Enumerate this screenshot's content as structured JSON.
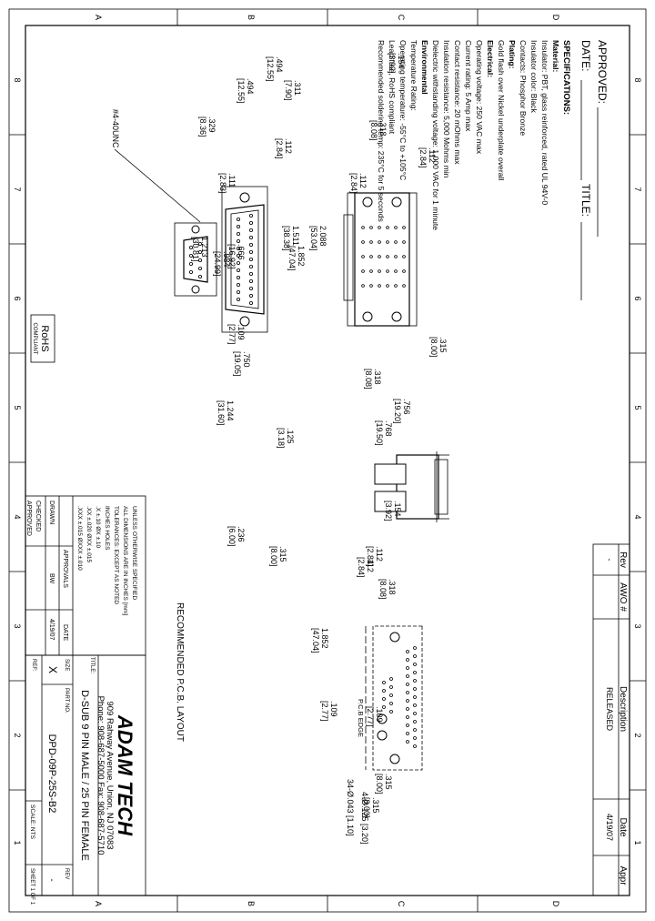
{
  "border": {
    "rows": [
      "A",
      "B",
      "C",
      "D"
    ],
    "cols": [
      "8",
      "7",
      "6",
      "5",
      "4",
      "3",
      "2",
      "1"
    ]
  },
  "header": {
    "approved_label": "APPROVED:",
    "date_label": "DATE:",
    "title_label": "TITLE:"
  },
  "revision_block": {
    "headers": [
      "Rev",
      "AWO #",
      "Description",
      "Date",
      "Appr"
    ],
    "row": [
      "-",
      "",
      "RELEASED",
      "4/19/07",
      ""
    ]
  },
  "specs": {
    "heading": "SPECIFICATIONS:",
    "lines": [
      {
        "text": "Material:",
        "bold": true
      },
      {
        "text": "Insulator: PBT, glass reinforced, rated UL 94V-0",
        "bold": false
      },
      {
        "text": "Insulator color: Black",
        "bold": false
      },
      {
        "text": "Contacts: Phosphor Bronze",
        "bold": false
      },
      {
        "text": "Plating:",
        "bold": true
      },
      {
        "text": "Gold flash over Nickel underplate overall",
        "bold": false
      },
      {
        "text": "Electrical:",
        "bold": true
      },
      {
        "text": "Operating voltage: 250 VAC max",
        "bold": false
      },
      {
        "text": "Current rating: 5 Amp max",
        "bold": false
      },
      {
        "text": "Contact resistance: 20 mOhms max",
        "bold": false
      },
      {
        "text": "Insulation resistance: 5,000 Mohms min",
        "bold": false
      },
      {
        "text": "Dielectric withstanding voltage: 1,000 VAC for 1 minute",
        "bold": false
      },
      {
        "text": "Environmental",
        "bold": true
      },
      {
        "text": "Temperature Rating:",
        "bold": false
      },
      {
        "text": "Operating temperature: -55°C to +105°C",
        "bold": false
      },
      {
        "text": "Lead free, RoHS compliant",
        "bold": false
      },
      {
        "text": "Recommended soldering temp: 235°C for 5 seconds",
        "bold": false
      }
    ],
    "rohs": [
      "RoHS",
      "COMPLIANT"
    ]
  },
  "tolerance": {
    "lines": [
      "UNLESS OTHERWISE SPECIFIED",
      "ALL DIMENSIONS ARE IN INCHES [mm]",
      "TOLERANCES: EXCEPT AS NOTED",
      "INCHES      HOLES",
      ".X  ±.10      ØX   ±.10",
      ".XX  ±.020    ØXX  ±.015",
      ".XXX ±.015   ØXXX ±.010"
    ],
    "approvals": "APPROVALS",
    "date_hdr": "DATE",
    "drawn": "DRAWN",
    "drawn_by": "BW",
    "drawn_date": "4/19/07",
    "checked": "CHECKED",
    "approved": "APPROVED"
  },
  "company": {
    "name": "ADAM TECH",
    "address": "909 Rahway Avenue, Union, NJ 07083",
    "phone": "Phone: 908-687-5000 Fax: 908-687-5710"
  },
  "titleblock": {
    "title_lbl": "TITLE:",
    "title": "D-SUB 9 PIN MALE / 25 PIN FEMALE",
    "size_lbl": "SIZE",
    "size": "X",
    "partno_lbl": "PART NO.",
    "partno": "DPD-09P-25S-B2",
    "rev_lbl": "REV",
    "rev": "-",
    "ref_lbl": "REF:",
    "scale": "SCALE: NTS",
    "sheet": "SHEET 1 OF 1"
  },
  "views": {
    "pcb_title": "RECOMMENDED P.C.B. LAYOUT",
    "pcb_edge": "P.C.B EDGE",
    "thread": "#4-40UNC"
  },
  "dims": {
    "d1": ".154",
    "d1m": "[3.92]",
    "d2": ".318",
    "d2m": "[8.08]",
    "d3": ".112",
    "d3m": "[2.84]",
    "d4": ".112",
    "d4m": "[2.84]",
    "d5": ".494",
    "d5m": "[12.55]",
    "d6": ".311",
    "d6m": "[7.90]",
    "d7": ".494",
    "d7m": "[12.55]",
    "d8": ".329",
    "d8m": "[8.36]",
    "d9": ".112",
    "d9m": "[2.84]",
    "d10": ".111",
    "d10m": "[2.83]",
    "d11": "2.088",
    "d11m": "[53.04]",
    "d12": "1.852",
    "d12m": "[47.04]",
    "d13": "1.511",
    "d13m": "[38.38]",
    "d14": ".666",
    "d14m": "[16.92]",
    "d15": ".984",
    "d15m": "[24.99]",
    "d16": "1.213",
    "d16m": "[30.81]",
    "d17": ".109",
    "d17m": "[2.77]",
    "d18": ".750",
    "d18m": "[19.05]",
    "d19": "1.244",
    "d19m": "[31.60]",
    "d20": ".315",
    "d20m": "[8.00]",
    "d21": ".318",
    "d21m": "[8.08]",
    "d22": ".756",
    "d22m": "[19.20]",
    "d23": ".768",
    "d23m": "[19.50]",
    "d24": ".125",
    "d24m": "[3.18]",
    "d25": ".236",
    "d25m": "[6.00]",
    "d26": ".315",
    "d26m": "[8.00]",
    "p1": ".154",
    "p1m": "[3.92]",
    "p2": ".112",
    "p2m": "[2.84]",
    "p3": ".318",
    "p3m": "[8.08]",
    "p4": ".112",
    "p4m": "[2.84]",
    "p5": "1.852",
    "p5m": "[47.04]",
    "p6": ".109",
    "p6m": "[2.77]",
    "p7": ".109",
    "p7m": "[2.77]",
    "p8": ".315",
    "p8m": "[8.00]",
    "p9": ".315",
    "p9m": "[8.00]",
    "p10": "34-Ø.043 [1.10]",
    "p11": "4-Ø.125 [3.20]"
  }
}
